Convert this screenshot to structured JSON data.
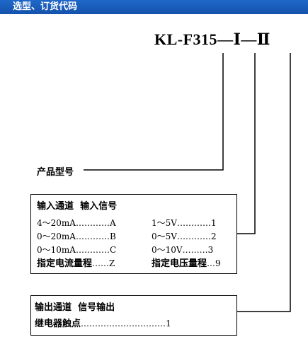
{
  "header": {
    "title": "选型、订货代码"
  },
  "model": {
    "code": "KL-F315",
    "sep1": "—",
    "pos1": "Ⅰ",
    "sep2": "—",
    "pos2": "Ⅱ"
  },
  "product_label": "产品型号",
  "input_box": {
    "heading_channel": "输入通道",
    "heading_signal": "输入信号",
    "left_items": [
      {
        "label": "4～20mA",
        "dots": "…………",
        "code": "A"
      },
      {
        "label": "0～20mA",
        "dots": "…………",
        "code": "B"
      },
      {
        "label": "0～10mA",
        "dots": "…………",
        "code": "C"
      },
      {
        "label": "指定电流量程",
        "dots": "……",
        "code": "Z"
      }
    ],
    "right_items": [
      {
        "label": "1～5V",
        "dots": "…………",
        "code": "1"
      },
      {
        "label": "0～5V",
        "dots": "…………",
        "code": "2"
      },
      {
        "label": "0～10V",
        "dots": "………",
        "code": "3"
      },
      {
        "label": "指定电压量程",
        "dots": "…",
        "code": "9"
      }
    ]
  },
  "output_box": {
    "heading_channel": "输出通道",
    "heading_signal": "信号输出",
    "item": {
      "label": "继电器触点",
      "dots": "…………………………",
      "code": "1"
    }
  }
}
